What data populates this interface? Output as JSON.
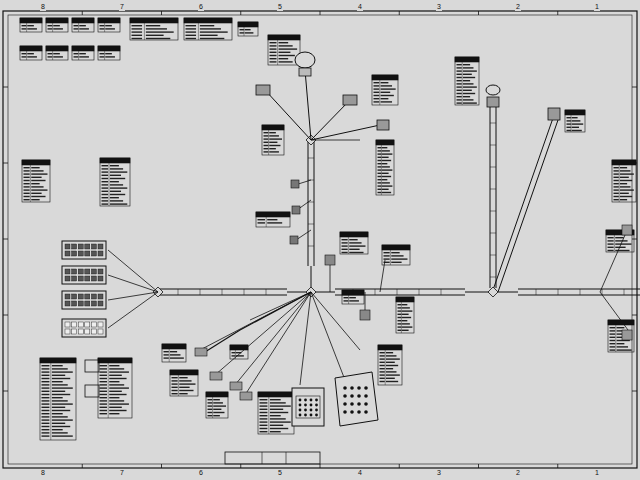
{
  "diagram": {
    "labels": [
      "8",
      "7",
      "6",
      "5",
      "4",
      "3",
      "2",
      "1",
      "8",
      "7",
      "6",
      "5",
      "4",
      "3",
      "2",
      "1"
    ]
  }
}
